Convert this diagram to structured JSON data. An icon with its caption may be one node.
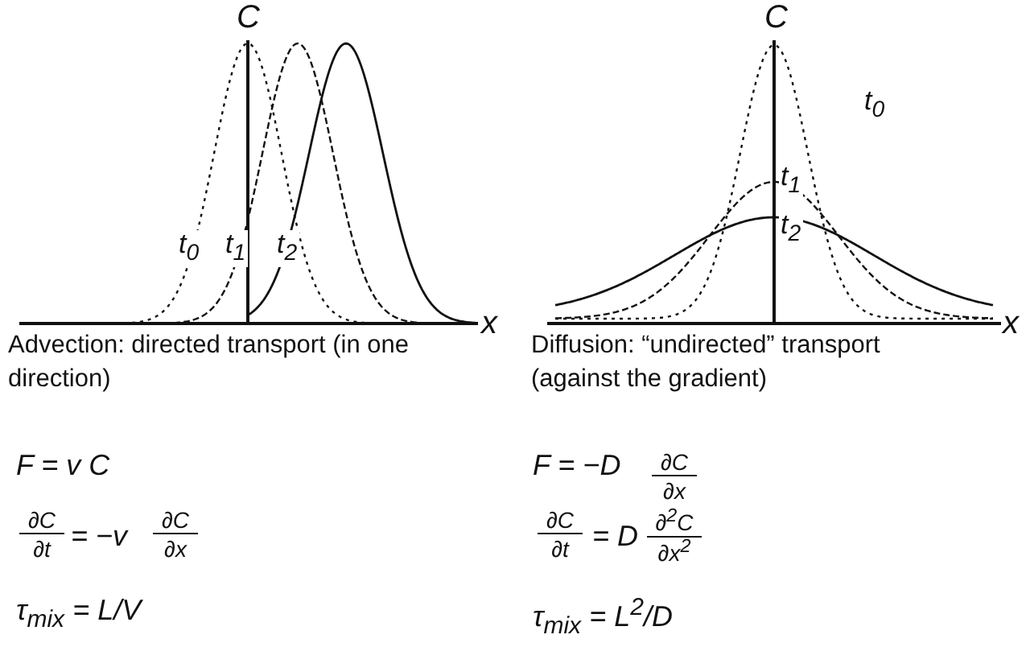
{
  "diagram": {
    "labels": [
      "C",
      "t$_{0}$",
      "t$_{1}$",
      "t$_{2}$",
      "x",
      "Advection: directed transport (in one direction)",
      "F = v C",
      "∂C",
      "∂t",
      "= −v",
      "∂C",
      "∂x",
      "τ$_{mix}$ = L/V",
      "C",
      "t$_{0}$",
      "t$_{1}$",
      "t$_{2}$",
      "x",
      "Diffusion: “undirected” transport (against the gradient)",
      "F = −D",
      "∂C",
      "∂x",
      "∂C",
      "∂t",
      "= D",
      "∂$^{2}$C",
      "∂x$^{2}$",
      "τ$_{mix}$ = L$^{2}$/D"
    ]
  }
}
